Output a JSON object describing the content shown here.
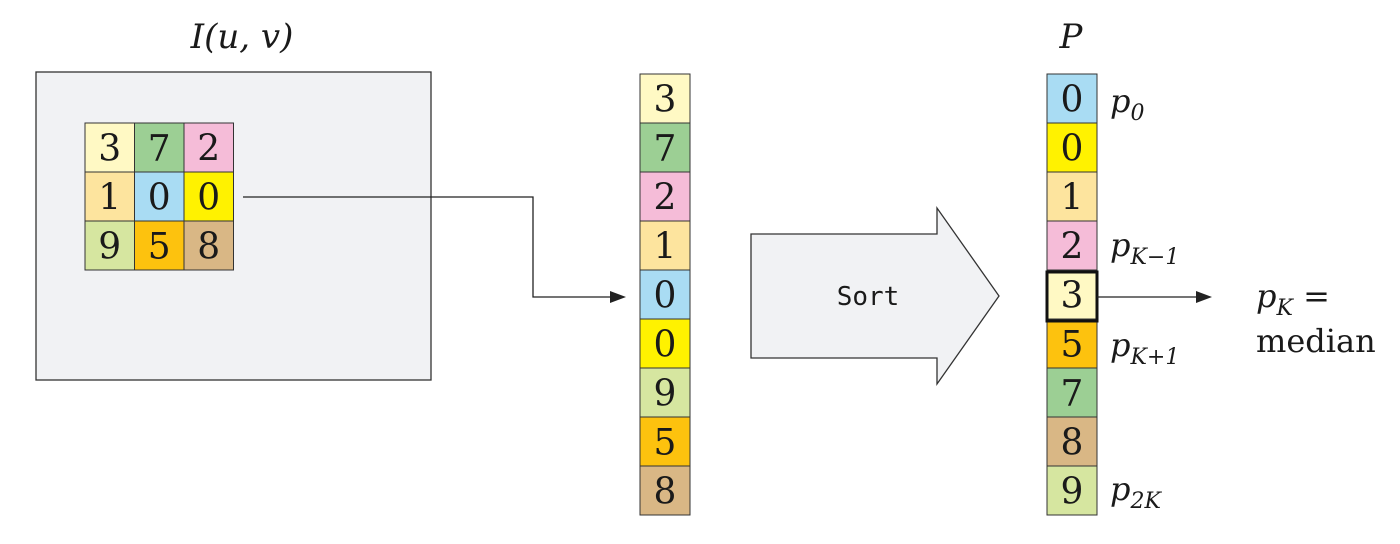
{
  "image_label": "I(u, v)",
  "neighborhood": [
    {
      "value": "3",
      "color": "#fff9c4"
    },
    {
      "value": "7",
      "color": "#9ccf94"
    },
    {
      "value": "2",
      "color": "#f5bcd8"
    },
    {
      "value": "1",
      "color": "#fde49e"
    },
    {
      "value": "0",
      "color": "#a9dcf3"
    },
    {
      "value": "0",
      "color": "#fff200"
    },
    {
      "value": "9",
      "color": "#d6e6a0"
    },
    {
      "value": "5",
      "color": "#fdc20e"
    },
    {
      "value": "8",
      "color": "#d9b785"
    }
  ],
  "sort_label": "Sort",
  "sorted_title": "P",
  "sorted": [
    {
      "value": "0",
      "color": "#a9dcf3"
    },
    {
      "value": "0",
      "color": "#fff200"
    },
    {
      "value": "1",
      "color": "#fde49e"
    },
    {
      "value": "2",
      "color": "#f5bcd8"
    },
    {
      "value": "3",
      "color": "#fff9c4"
    },
    {
      "value": "5",
      "color": "#fdc20e"
    },
    {
      "value": "7",
      "color": "#9ccf94"
    },
    {
      "value": "8",
      "color": "#d9b785"
    },
    {
      "value": "9",
      "color": "#d6e6a0"
    }
  ],
  "labels": {
    "p0": {
      "base": "p",
      "sub": "0"
    },
    "pk_minus": {
      "base": "p",
      "sub": "K−1"
    },
    "pk_plus": {
      "base": "p",
      "sub": "K+1"
    },
    "p2k": {
      "base": "p",
      "sub": "2K"
    },
    "pk": {
      "base": "p",
      "sub": "K",
      "tail": " ="
    },
    "median": "median"
  },
  "colors": {
    "image_bg": "#f1f2f4",
    "arrow_bg": "#f1f2f4",
    "stroke": "#333333"
  }
}
